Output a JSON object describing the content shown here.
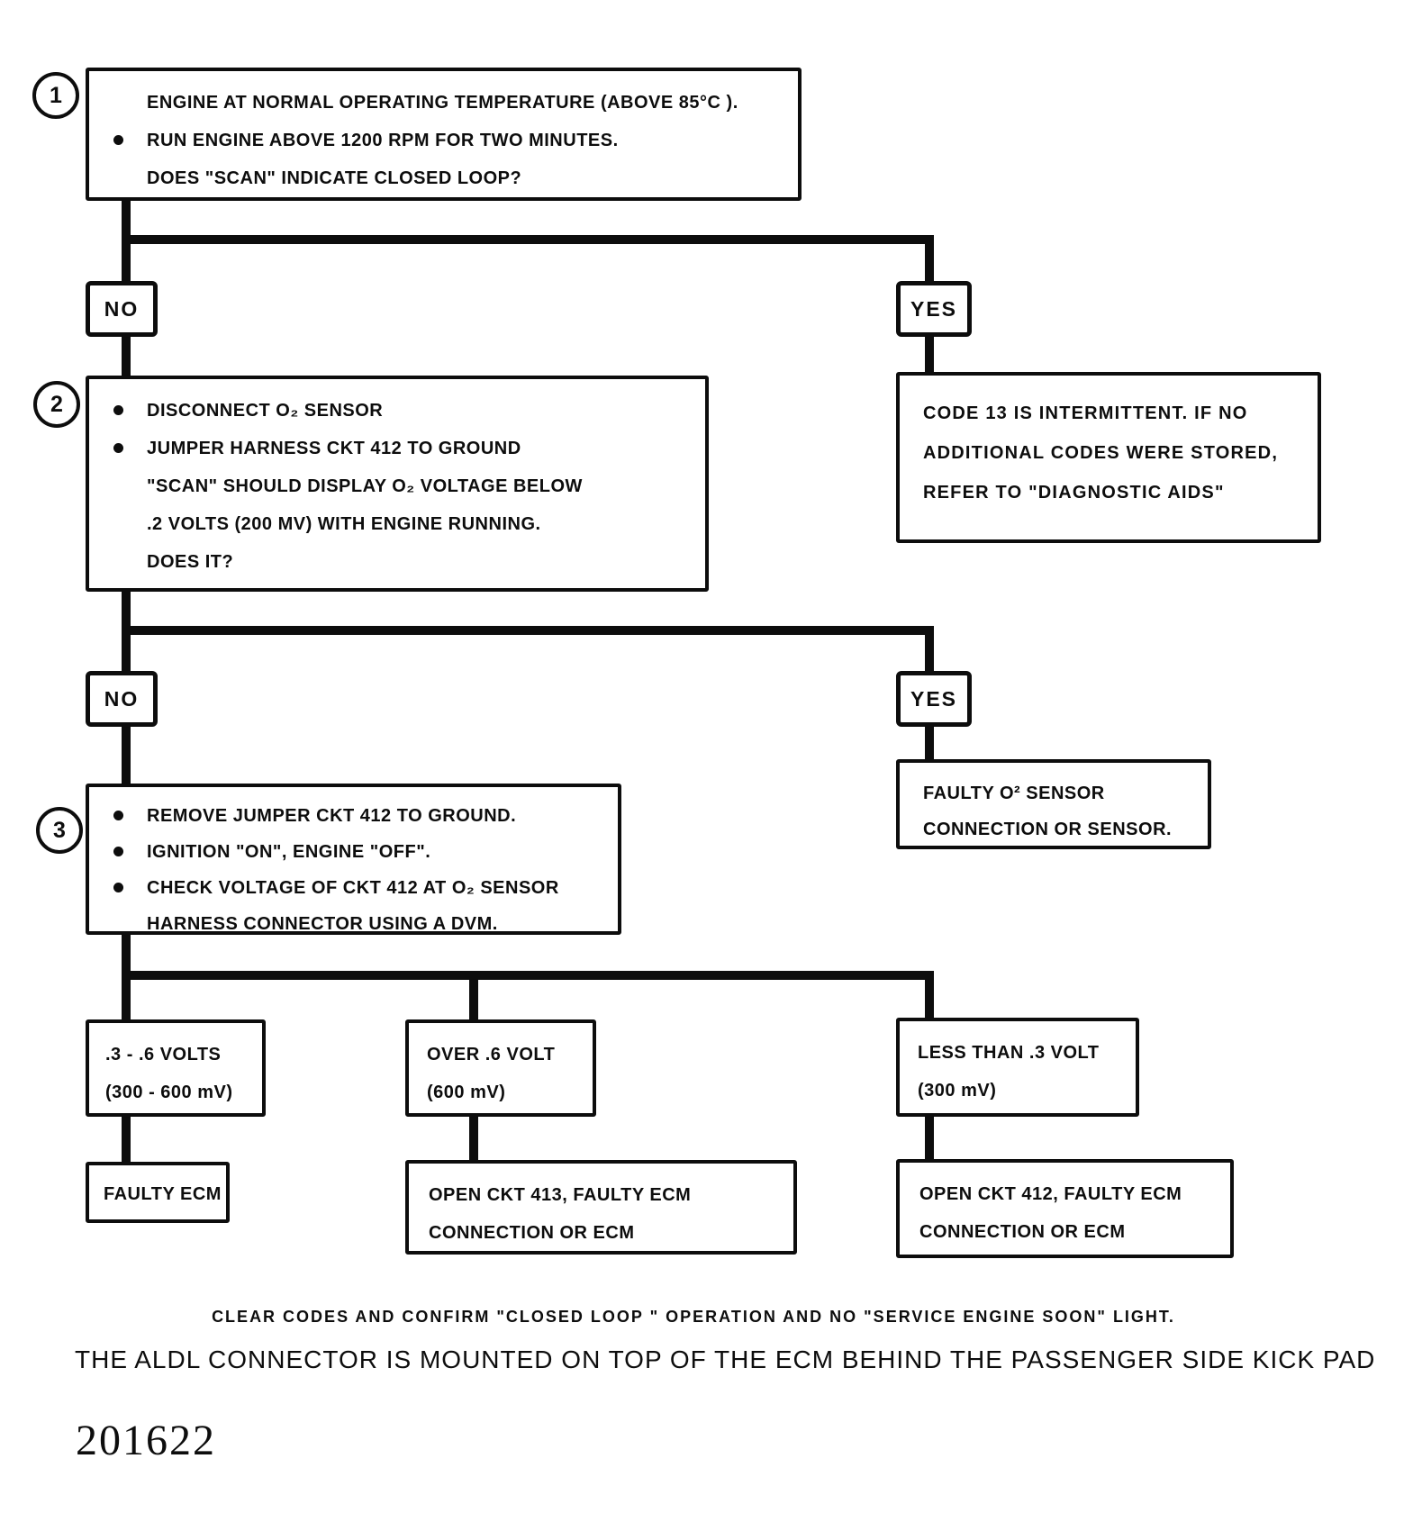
{
  "page": {
    "background": "#ffffff",
    "ink": "#0d0d0d"
  },
  "flowchart": {
    "step1": {
      "number": "1",
      "line1": "ENGINE AT NORMAL OPERATING TEMPERATURE (ABOVE 85°C ).",
      "line2": "RUN ENGINE ABOVE 1200 RPM FOR TWO MINUTES.",
      "line3": "DOES \"SCAN\" INDICATE CLOSED LOOP?"
    },
    "branch1": {
      "no": "NO",
      "yes": "YES"
    },
    "yes1_outcome": {
      "line1": "CODE 13 IS INTERMITTENT.  IF NO",
      "line2": "ADDITIONAL CODES WERE STORED,",
      "line3": "REFER TO  \"DIAGNOSTIC AIDS\""
    },
    "step2": {
      "number": "2",
      "line1": "DISCONNECT O₂ SENSOR",
      "line2": "JUMPER HARNESS CKT 412 TO GROUND",
      "line3": "\"SCAN\"  SHOULD DISPLAY O₂ VOLTAGE BELOW",
      "line4": ".2 VOLTS  (200 MV) WITH ENGINE RUNNING.",
      "line5": "DOES IT?"
    },
    "branch2": {
      "no": "NO",
      "yes": "YES"
    },
    "yes2_outcome": {
      "line1": "FAULTY O² SENSOR",
      "line2": "CONNECTION OR SENSOR."
    },
    "step3": {
      "number": "3",
      "line1": "REMOVE JUMPER CKT 412 TO GROUND.",
      "line2": "IGNITION \"ON\",  ENGINE  \"OFF\".",
      "line3": "CHECK VOLTAGE OF CKT 412 AT O₂ SENSOR",
      "line4": "HARNESS CONNECTOR USING A DVM."
    },
    "voltage_low_mid": {
      "line1": ".3 - .6 VOLTS",
      "line2": "(300 - 600 mV)"
    },
    "voltage_over": {
      "line1": "OVER .6 VOLT",
      "line2": "(600 mV)"
    },
    "voltage_less": {
      "line1": "LESS THAN .3 VOLT",
      "line2": "(300 mV)"
    },
    "result_faulty_ecm": {
      "line1": "FAULTY ECM"
    },
    "result_open_413": {
      "line1": "OPEN CKT 413, FAULTY ECM",
      "line2": "CONNECTION OR ECM"
    },
    "result_open_412": {
      "line1": "OPEN CKT 412, FAULTY ECM",
      "line2": "CONNECTION OR ECM"
    }
  },
  "footer": {
    "note1": "CLEAR CODES AND CONFIRM \"CLOSED LOOP \" OPERATION AND NO \"SERVICE ENGINE SOON\" LIGHT.",
    "note2": "THE ALDL CONNECTOR IS MOUNTED ON TOP OF THE ECM BEHIND THE PASSENGER SIDE KICK PAD",
    "figure_number": "201622"
  }
}
